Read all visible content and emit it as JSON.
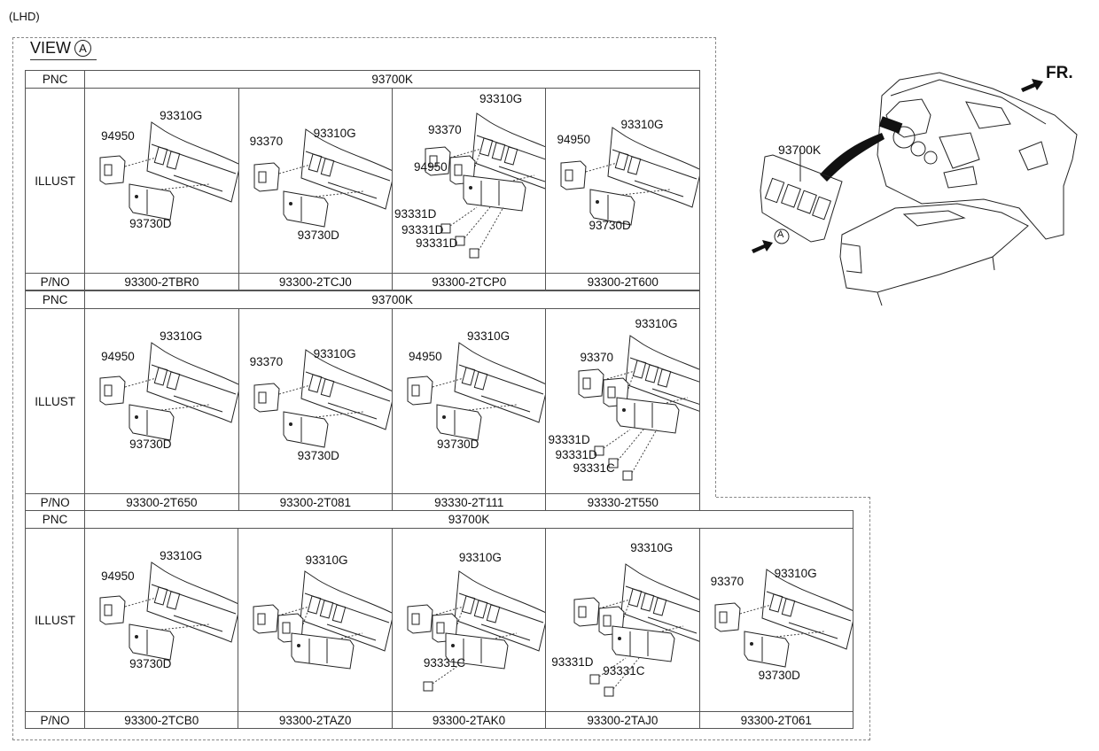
{
  "header": {
    "drive_side": "(LHD)"
  },
  "view": {
    "title": "VIEW",
    "marker": "A"
  },
  "row_labels": {
    "pnc": "PNC",
    "illust": "ILLUST",
    "pno": "P/NO"
  },
  "tables": [
    {
      "pnc": "93700K",
      "cells": [
        {
          "pno": "93300-2TBR0",
          "callouts": [
            "93310G",
            "94950",
            "93730D"
          ],
          "variant": "a"
        },
        {
          "pno": "93300-2TCJ0",
          "callouts": [
            "93310G",
            "93370",
            "93730D"
          ],
          "variant": "b"
        },
        {
          "pno": "93300-2TCP0",
          "callouts": [
            "93310G",
            "93370",
            "94950",
            "93331D",
            "93331D",
            "93331D"
          ],
          "variant": "c"
        },
        {
          "pno": "93300-2T600",
          "callouts": [
            "93310G",
            "94950",
            "93730D"
          ],
          "variant": "d"
        }
      ]
    },
    {
      "pnc": "93700K",
      "cells": [
        {
          "pno": "93300-2T650",
          "callouts": [
            "93310G",
            "94950",
            "93730D"
          ],
          "variant": "a"
        },
        {
          "pno": "93300-2T081",
          "callouts": [
            "93310G",
            "93370",
            "93730D"
          ],
          "variant": "b"
        },
        {
          "pno": "93330-2T111",
          "callouts": [
            "93310G",
            "94950",
            "93730D"
          ],
          "variant": "a"
        },
        {
          "pno": "93330-2T550",
          "callouts": [
            "93310G",
            "93370",
            "93331D",
            "93331D",
            "93331C"
          ],
          "variant": "e"
        }
      ]
    },
    {
      "pnc": "93700K",
      "cells": [
        {
          "pno": "93300-2TCB0",
          "callouts": [
            "93310G",
            "94950",
            "93730D"
          ],
          "variant": "a"
        },
        {
          "pno": "93300-2TAZ0",
          "callouts": [
            "93310G"
          ],
          "variant": "f"
        },
        {
          "pno": "93300-2TAK0",
          "callouts": [
            "93310G",
            "93331C"
          ],
          "variant": "g"
        },
        {
          "pno": "93300-2TAJ0",
          "callouts": [
            "93310G",
            "93331D",
            "93331C"
          ],
          "variant": "h"
        },
        {
          "pno": "93300-2T061",
          "callouts": [
            "93310G",
            "93370",
            "93730D"
          ],
          "variant": "b"
        }
      ]
    }
  ],
  "overview": {
    "assembly_label": "93700K",
    "front_label": "FR.",
    "view_marker": "A"
  }
}
